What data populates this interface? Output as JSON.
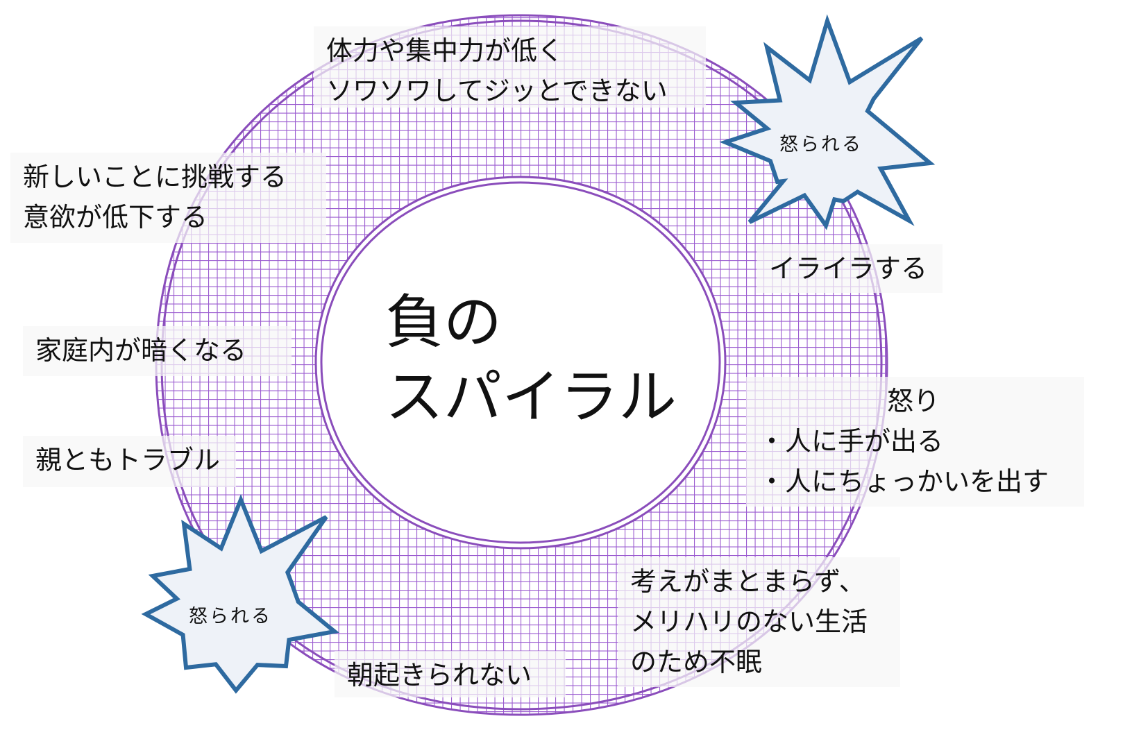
{
  "title": {
    "line1": "負の",
    "line2": "スパイラル"
  },
  "items": {
    "top": [
      "体力や集中力が低く",
      "ソワソワしてジッとできない"
    ],
    "upper_left": [
      "新しいことに挑戦する",
      "意欲が低下する"
    ],
    "left": "家庭内が暗くなる",
    "lower_left": "親ともトラブル",
    "right_upper": "イライラする",
    "right": [
      "怒り",
      "・人に手が出る",
      "・人にちょっかいを出す"
    ],
    "lower_right": [
      "考えがまとまらず、",
      "メリハリのない生活",
      "のため不眠"
    ],
    "bottom": "朝起きられない"
  },
  "bursts": {
    "upper_right": "怒られる",
    "lower_left": "怒られる"
  },
  "colors": {
    "ring": "#8a4dbb",
    "grid": "#9b5cd0",
    "burst_stroke": "#2e6aa0",
    "burst_fill": "#eef2f8"
  }
}
